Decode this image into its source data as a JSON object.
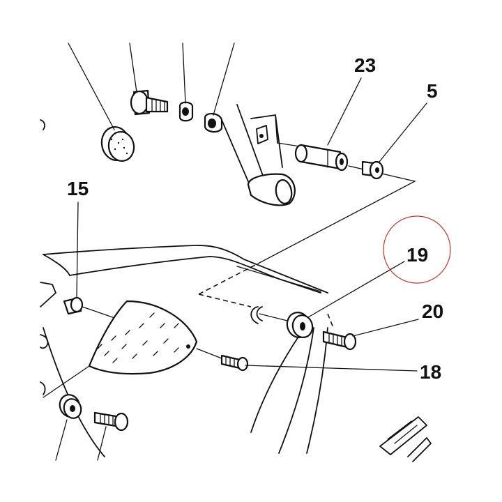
{
  "diagram": {
    "callouts": {
      "label_23": "23",
      "label_5": "5",
      "label_15": "15",
      "label_19": "19",
      "label_20": "20",
      "label_18": "18"
    },
    "colors": {
      "ink": "#111111",
      "highlight_circle": "#c0392b",
      "background": "#ffffff"
    },
    "highlighted_callout": "19"
  }
}
